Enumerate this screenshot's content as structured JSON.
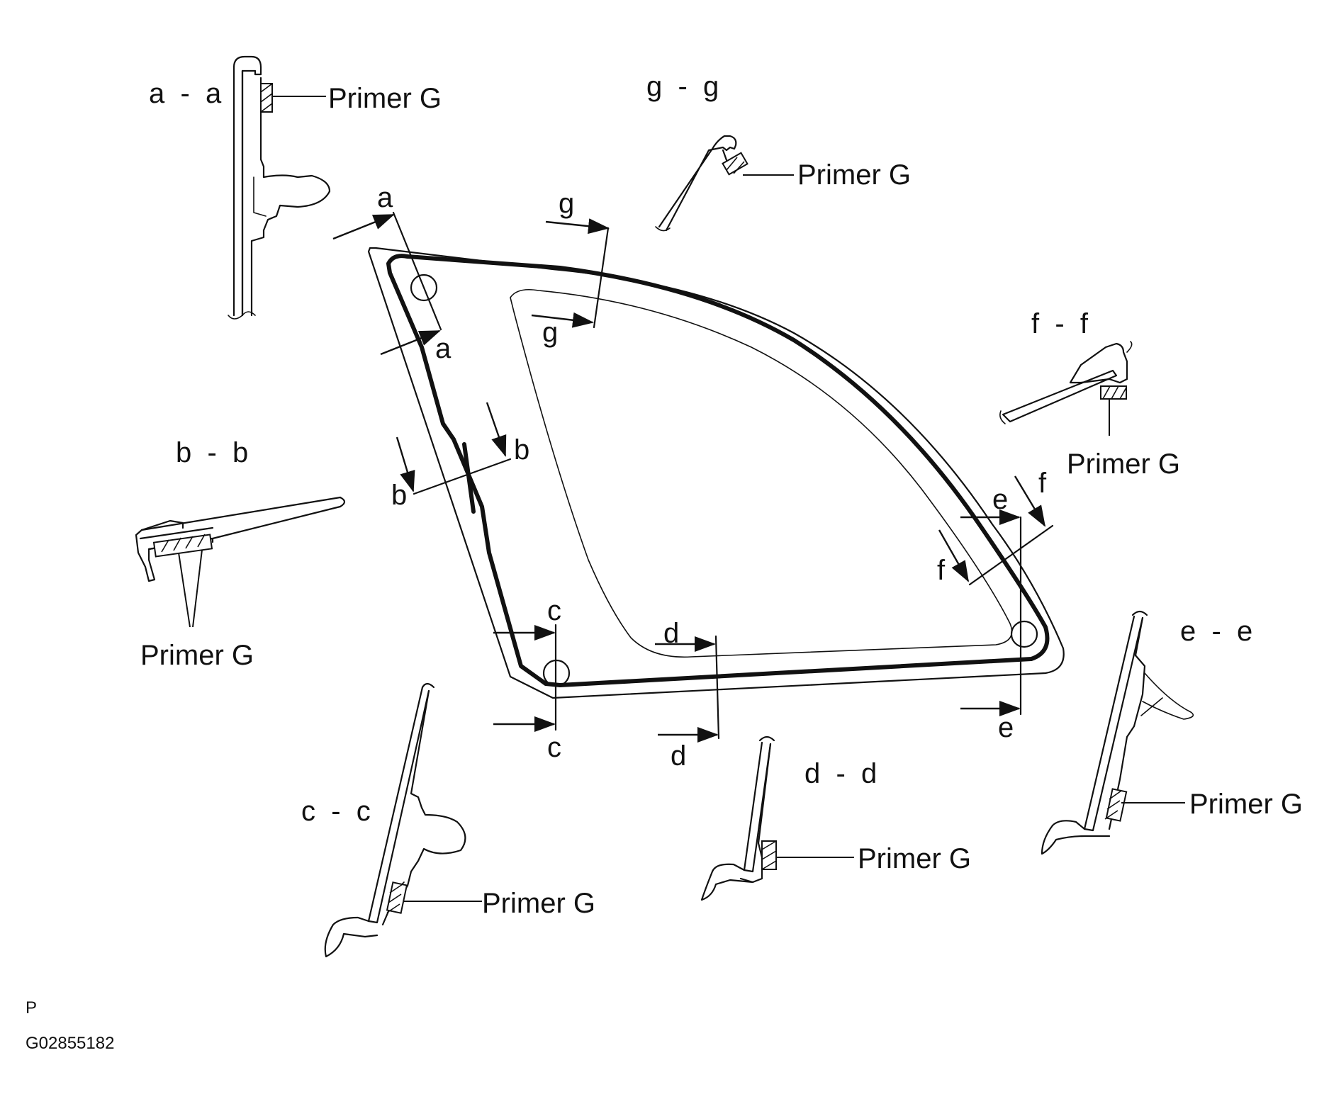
{
  "diagram": {
    "section_labels": {
      "a": "a  -  a",
      "b": "b  -  b",
      "c": "c  -  c",
      "d": "d  -  d",
      "e": "e  -  e",
      "f": "f  -  f",
      "g": "g  -  g"
    },
    "primer_label": "Primer G",
    "cut_letters": {
      "a": "a",
      "b": "b",
      "c": "c",
      "d": "d",
      "e": "e",
      "f": "f",
      "g": "g"
    },
    "footer": {
      "code": "P",
      "figure_id": "G02855182"
    }
  },
  "colors": {
    "line": "#111111",
    "background": "#ffffff"
  }
}
